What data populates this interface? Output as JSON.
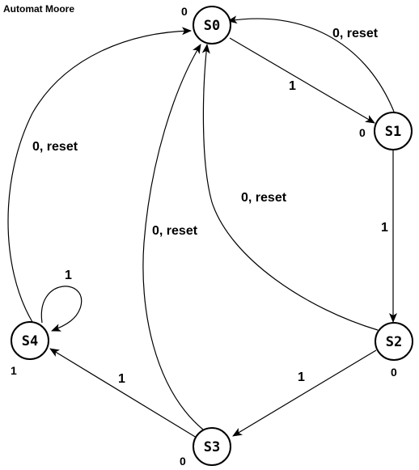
{
  "title": "Automat Moore",
  "states": {
    "s0": {
      "name": "S0",
      "output": "0"
    },
    "s1": {
      "name": "S1",
      "output": "0"
    },
    "s2": {
      "name": "S2",
      "output": "0"
    },
    "s3": {
      "name": "S3",
      "output": "0"
    },
    "s4": {
      "name": "S4",
      "output": "1"
    }
  },
  "transitions": {
    "s0_s1": "1",
    "s1_s2": "1",
    "s2_s3": "1",
    "s3_s4": "1",
    "s4_s4": "1",
    "s1_s0": "0, reset",
    "s2_s0": "0, reset",
    "s3_s0": "0, reset",
    "s4_s0": "0, reset"
  },
  "colors": {
    "line": "#000000",
    "background": "#ffffff"
  }
}
